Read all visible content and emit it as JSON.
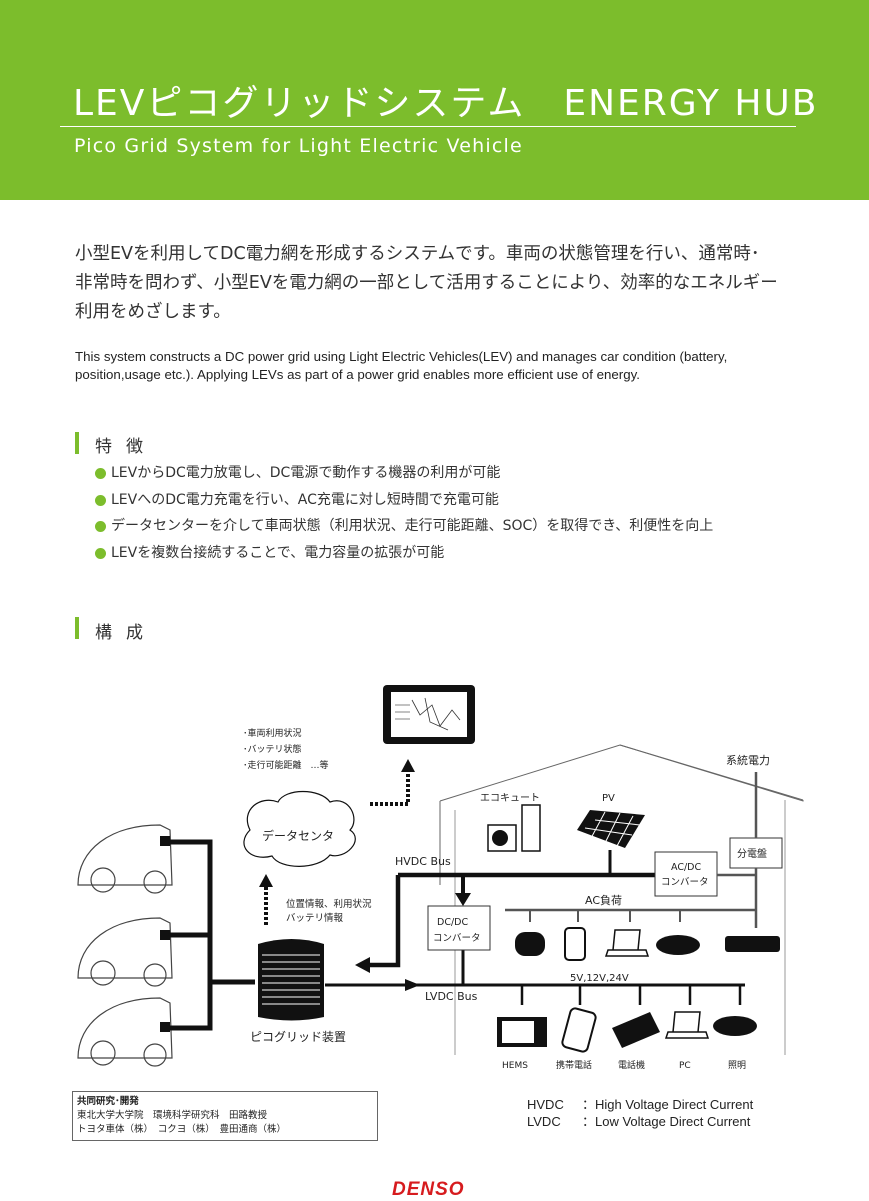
{
  "header": {
    "title": "LEVピコグリッドシステム　ENERGY HUB",
    "subtitle": "Pico Grid System for Light Electric Vehicle",
    "bg_color": "#7cbd2c"
  },
  "intro": {
    "ja_lines": [
      "小型EVを利用してDC電力網を形成するシステムです。車両の状態管理を行い、通常時･",
      "非常時を問わず、小型EVを電力網の一部として活用することにより、効率的なエネルギー",
      "利用をめざします。"
    ],
    "en_lines": [
      "This system constructs a DC power grid using Light Electric Vehicles(LEV) and manages car condition (battery,",
      "position,usage etc.). Applying LEVs as part of a power grid enables more efficient use of energy."
    ]
  },
  "features": {
    "title": "特徴",
    "items": [
      "LEVからDC電力放電し、DC電源で動作する機器の利用が可能",
      "LEVへのDC電力充電を行い、AC充電に対し短時間で充電可能",
      "データセンターを介して車両状態（利用状況、走行可能距離、SOC）を取得でき、利便性を向上",
      "LEVを複数台接続することで、電力容量の拡張が可能"
    ]
  },
  "composition": {
    "title": "構成",
    "diagram": {
      "status_list": [
        "･車両利用状況",
        "･バッテリ状態",
        "･走行可能距離　…等"
      ],
      "data_center": "データセンタ",
      "upload_info": [
        "位置情報、利用状況",
        "バッテリ情報"
      ],
      "device": "ピコグリッド装置",
      "hvdc_bus": "HVDC Bus",
      "lvdc_bus": "LVDC Bus",
      "grid_power": "系統電力",
      "eco_cute": "エコキュート",
      "pv": "PV",
      "distribution_board": "分電盤",
      "acdc_converter": [
        "AC/DC",
        "コンバータ"
      ],
      "dcdc_converter": [
        "DC/DC",
        "コンバータ"
      ],
      "ac_load": "AC負荷",
      "voltages": "5V,12V,24V",
      "lv_devices": [
        "HEMS",
        "携帯電話",
        "電話機",
        "PC",
        "照明"
      ]
    }
  },
  "credits": {
    "heading": "共同研究･開発",
    "lines": [
      "東北大学大学院　環境科学研究科　田路教授",
      "トヨタ車体（株）　コクヨ（株）　豊田通商（株）"
    ]
  },
  "abbreviations": [
    {
      "abbr": "HVDC",
      "desc": "：High Voltage Direct Current"
    },
    {
      "abbr": "LVDC",
      "desc": "：Low Voltage Direct Current"
    }
  ],
  "logo": "DENSO",
  "accent_color": "#7cbd2c",
  "logo_color": "#d61b1e"
}
